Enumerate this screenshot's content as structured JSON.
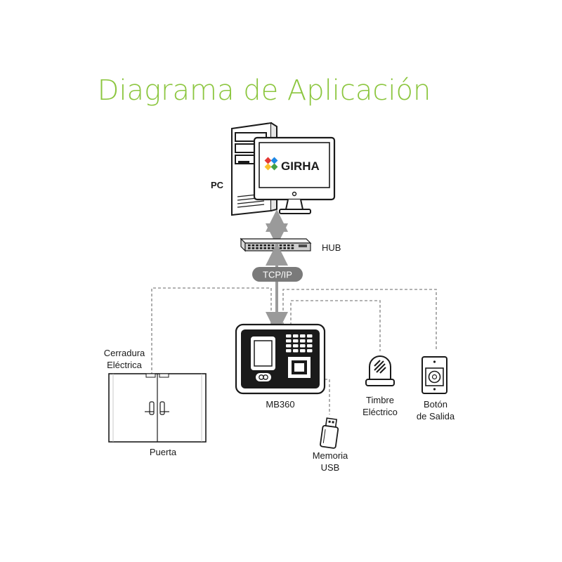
{
  "title": "Diagrama de Aplicación",
  "colors": {
    "title": "#8cc63f",
    "line": "#9a9a9a",
    "pill": "#7a7a7a",
    "device": "#1a1a1a"
  },
  "logo": {
    "text": "GIRHA"
  },
  "labels": {
    "pc": "PC",
    "hub": "HUB",
    "tcpip": "TCP/IP",
    "lock_line1": "Cerradura",
    "lock_line2": "Eléctrica",
    "door": "Puerta",
    "device": "MB360",
    "usb_line1": "Memoria",
    "usb_line2": "USB",
    "bell_line1": "Timbre",
    "bell_line2": "Eléctrico",
    "exit_line1": "Botón",
    "exit_line2": "de Salida"
  }
}
